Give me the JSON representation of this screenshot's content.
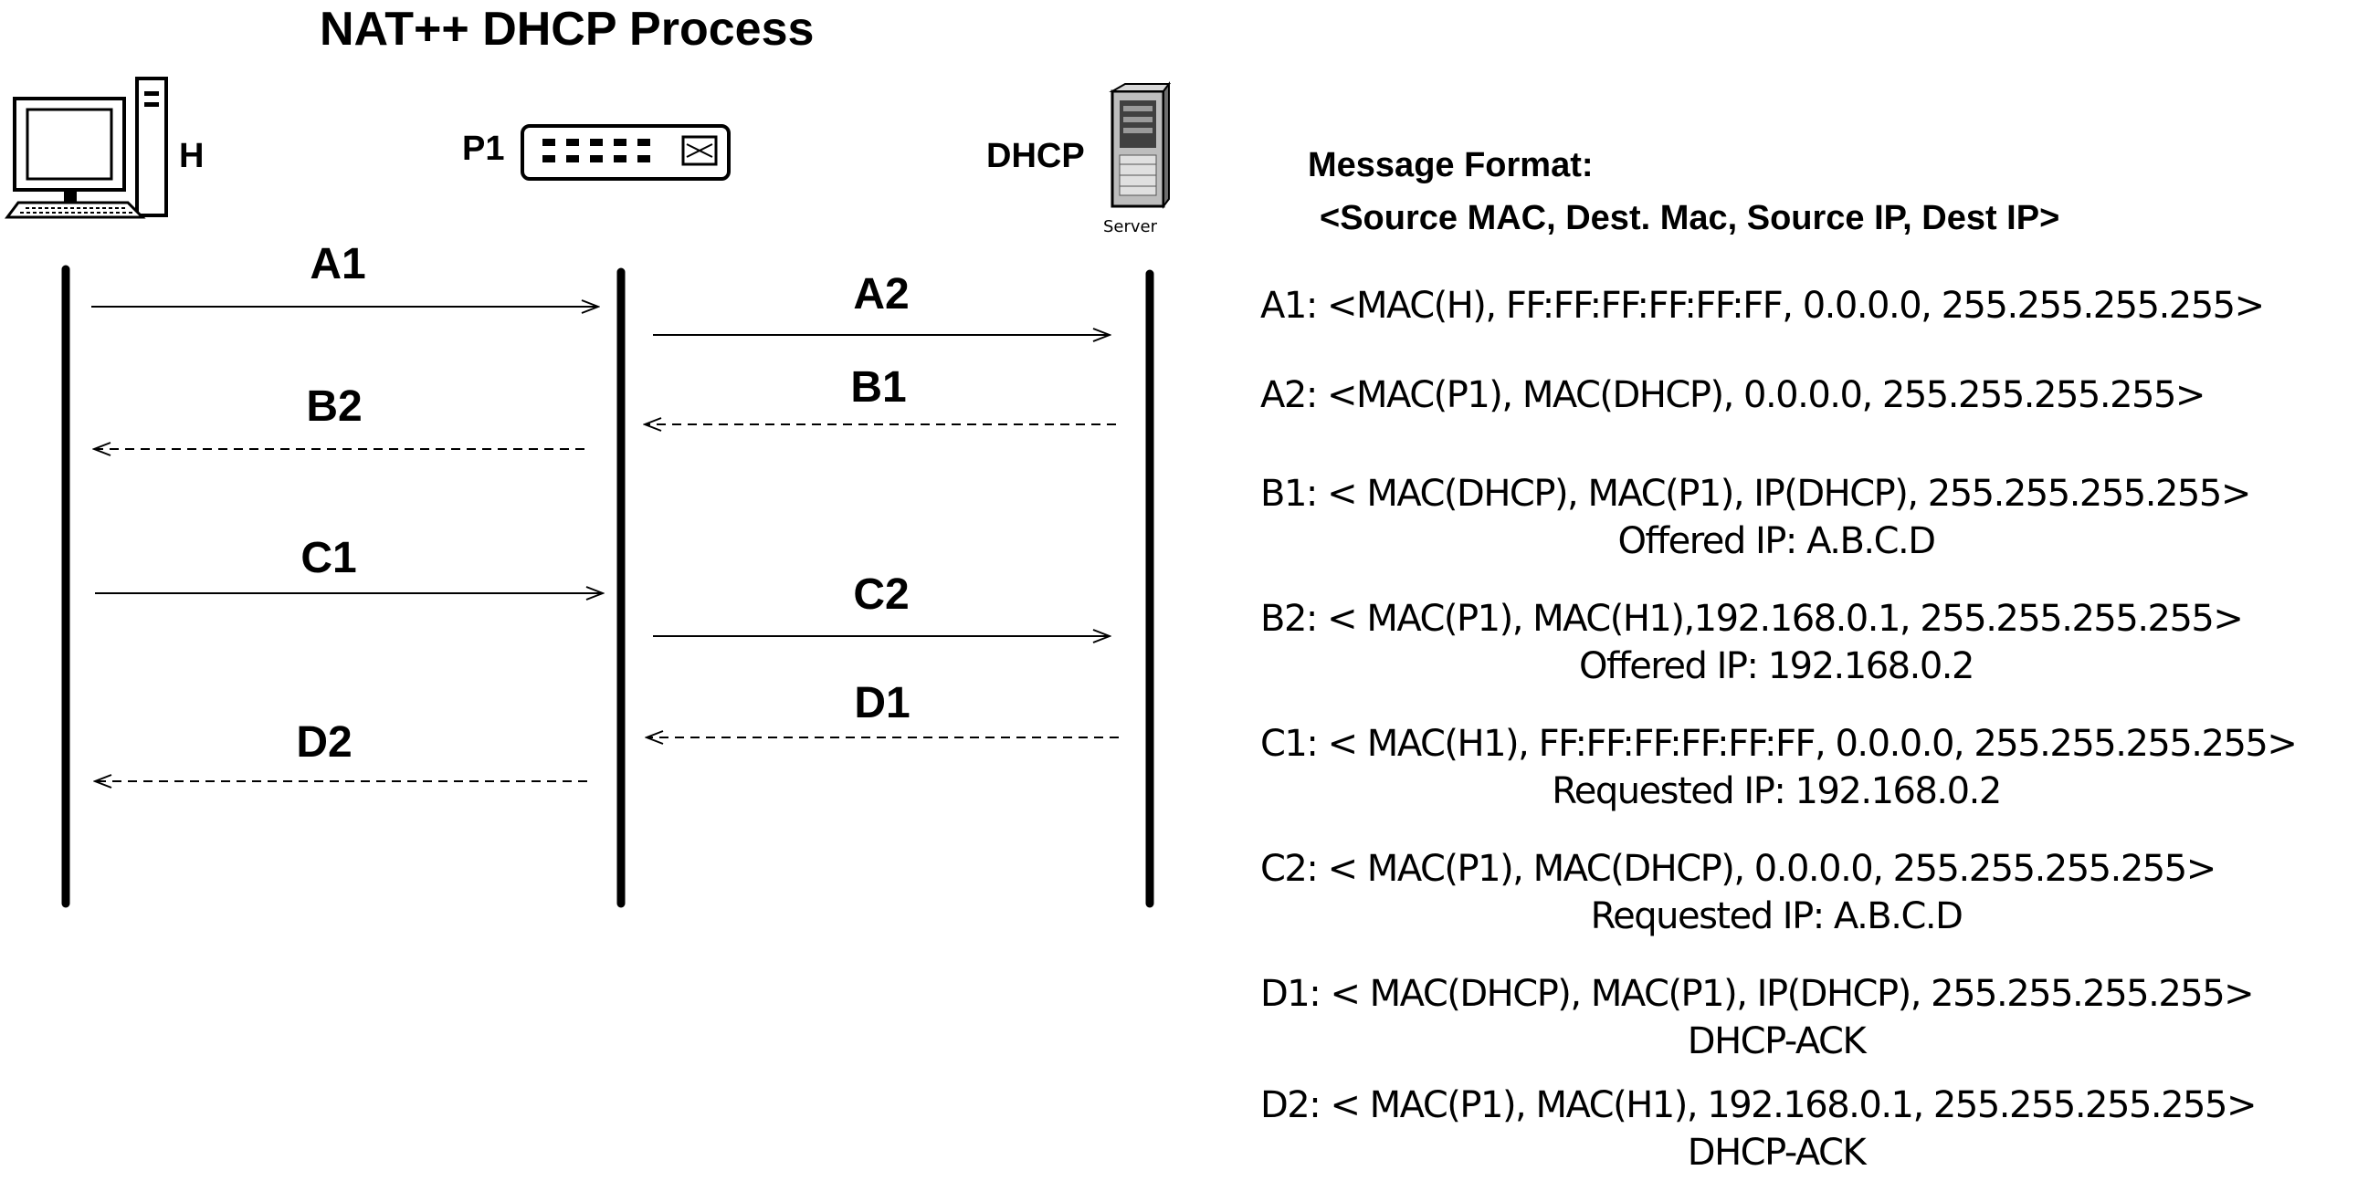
{
  "title": "NAT++ DHCP Process",
  "actors": [
    {
      "id": "H",
      "label": "H",
      "icon": "desktop-computer-icon"
    },
    {
      "id": "P1",
      "label": "P1",
      "icon": "network-switch-icon"
    },
    {
      "id": "DHCP",
      "label": "DHCP",
      "icon": "server-tower-icon",
      "caption": "Server"
    }
  ],
  "messages": [
    {
      "label": "A1",
      "from": "H",
      "to": "P1",
      "style": "solid"
    },
    {
      "label": "A2",
      "from": "P1",
      "to": "DHCP",
      "style": "solid"
    },
    {
      "label": "B1",
      "from": "DHCP",
      "to": "P1",
      "style": "dashed"
    },
    {
      "label": "B2",
      "from": "P1",
      "to": "H",
      "style": "dashed"
    },
    {
      "label": "C1",
      "from": "H",
      "to": "P1",
      "style": "solid"
    },
    {
      "label": "C2",
      "from": "P1",
      "to": "DHCP",
      "style": "solid"
    },
    {
      "label": "D1",
      "from": "DHCP",
      "to": "P1",
      "style": "dashed"
    },
    {
      "label": "D2",
      "from": "P1",
      "to": "H",
      "style": "dashed"
    }
  ],
  "format": {
    "heading": "Message Format:",
    "fields": "<Source MAC, Dest. Mac, Source IP, Dest IP>"
  },
  "definitions": [
    {
      "text": "A1: <MAC(H), FF:FF:FF:FF:FF:FF, 0.0.0.0, 255.255.255.255>",
      "note": ""
    },
    {
      "text": "A2: <MAC(P1), MAC(DHCP), 0.0.0.0, 255.255.255.255>",
      "note": ""
    },
    {
      "text": "B1: < MAC(DHCP), MAC(P1), IP(DHCP), 255.255.255.255>",
      "note": "Offered IP: A.B.C.D"
    },
    {
      "text": "B2: < MAC(P1), MAC(H1),192.168.0.1, 255.255.255.255>",
      "note": "Offered IP: 192.168.0.2"
    },
    {
      "text": "C1: < MAC(H1), FF:FF:FF:FF:FF:FF, 0.0.0.0, 255.255.255.255>",
      "note": "Requested IP: 192.168.0.2"
    },
    {
      "text": "C2: < MAC(P1), MAC(DHCP), 0.0.0.0, 255.255.255.255>",
      "note": "Requested IP: A.B.C.D"
    },
    {
      "text": "D1: < MAC(DHCP), MAC(P1), IP(DHCP), 255.255.255.255>",
      "note": "DHCP-ACK"
    },
    {
      "text": "D2: < MAC(P1), MAC(H1), 192.168.0.1, 255.255.255.255>",
      "note": "DHCP-ACK"
    }
  ]
}
